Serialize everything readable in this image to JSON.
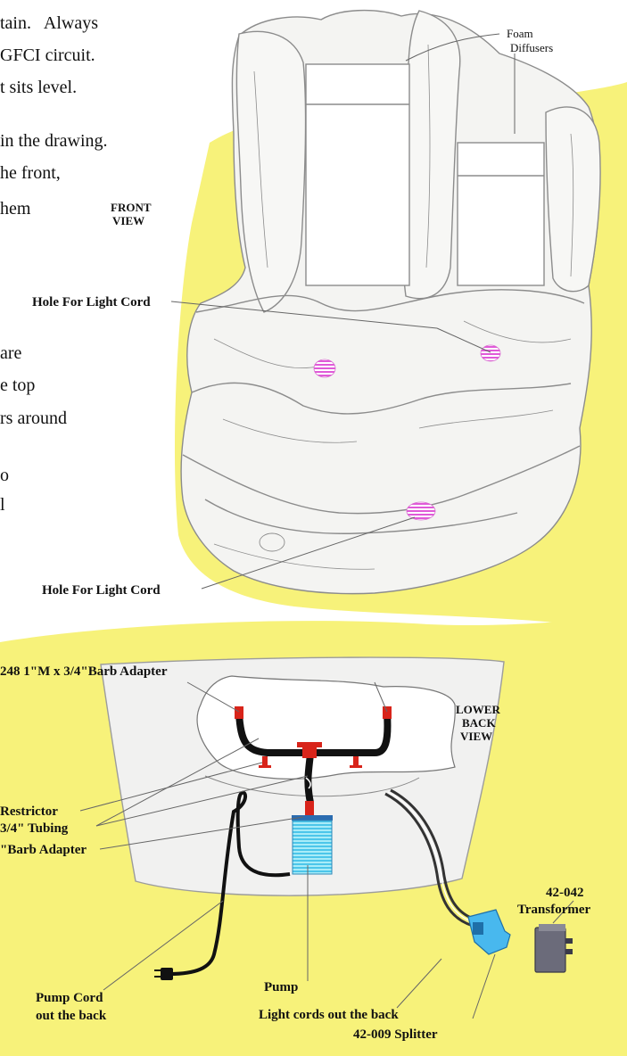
{
  "body_text": {
    "line1": "tain.   Always",
    "line2": "GFCI circuit.",
    "line3": "t sits level.",
    "line4": "in the drawing.",
    "line5": "he front,",
    "line6": "hem",
    "line7": "are",
    "line8": "e top",
    "line9": "rs around",
    "line10": "o",
    "line11": "l"
  },
  "front_view": {
    "view_label_line1": "FRONT",
    "view_label_line2": "VIEW",
    "foam_label_line1": "Foam",
    "foam_label_line2": "Diffusers",
    "hole_label_upper": "Hole For Light Cord",
    "hole_label_lower": "Hole For Light Cord"
  },
  "back_view": {
    "view_label_line1": "LOWER",
    "view_label_line2": "BACK",
    "view_label_line3": "VIEW",
    "barb_adapter_top": "248 1\"M x 3/4\"Barb Adapter",
    "restrictor": "Restrictor",
    "tubing": "3/4\" Tubing",
    "barb_adapter_left": "\"Barb Adapter",
    "pump": "Pump",
    "pump_cord_line1": "Pump Cord",
    "pump_cord_line2": "out the back",
    "light_cords": "Light cords out the back",
    "splitter": "42-009 Splitter",
    "transformer_line1": "42-042",
    "transformer_line2": "Transformer"
  },
  "colors": {
    "background_wash": "#f7f27a",
    "rock_fill": "#f4f4f2",
    "rock_line": "#8c8c8c",
    "hole": "#e05ad8",
    "fitting": "#d8241a",
    "tubing": "#111111",
    "pump_fill": "#5fd6f0",
    "splitter": "#48b8ee",
    "transformer": "#6b6b7a"
  }
}
